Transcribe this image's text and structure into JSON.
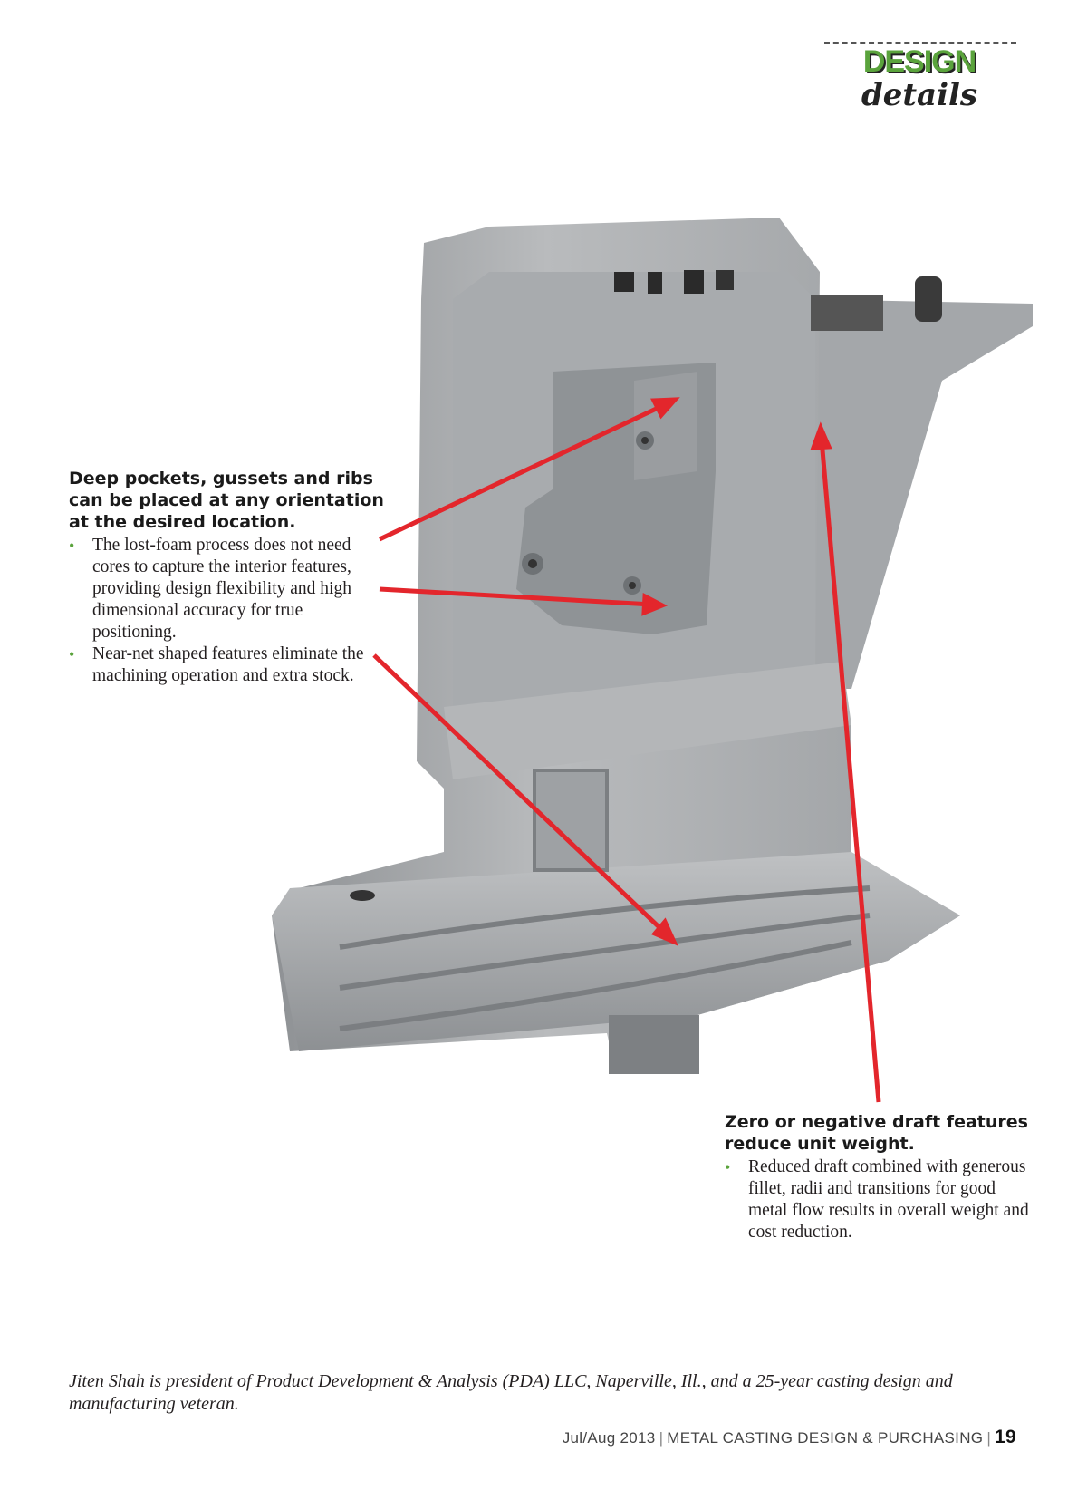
{
  "header": {
    "logo_line1": "DESIGN",
    "logo_line2": "details"
  },
  "callouts": [
    {
      "heading": "Deep pockets, gussets and ribs can be placed at any orientation at the desired location.",
      "bullets": [
        "The lost-foam process does not need cores to capture the interior features, providing design flexibility and high dimensional accuracy for true positioning.",
        "Near-net shaped features eliminate the machining operation and extra stock."
      ]
    },
    {
      "heading": "Zero or negative draft features reduce unit weight.",
      "bullets": [
        "Reduced draft combined with generous fillet, radii and transitions for good metal flow results in overall weight and cost reduction."
      ]
    }
  ],
  "author_note": "Jiten Shah is president of Product Development & Analysis (PDA) LLC, Naperville, Ill., and a 25-year casting design and manufacturing veteran.",
  "footer": {
    "issue": "Jul/Aug 2013",
    "publication": "METAL CASTING DESIGN & PURCHASING",
    "page_number": "19"
  },
  "colors": {
    "accent_green": "#5aa33c",
    "arrow_red": "#e3262c",
    "metal_gray": "#a9abad"
  }
}
